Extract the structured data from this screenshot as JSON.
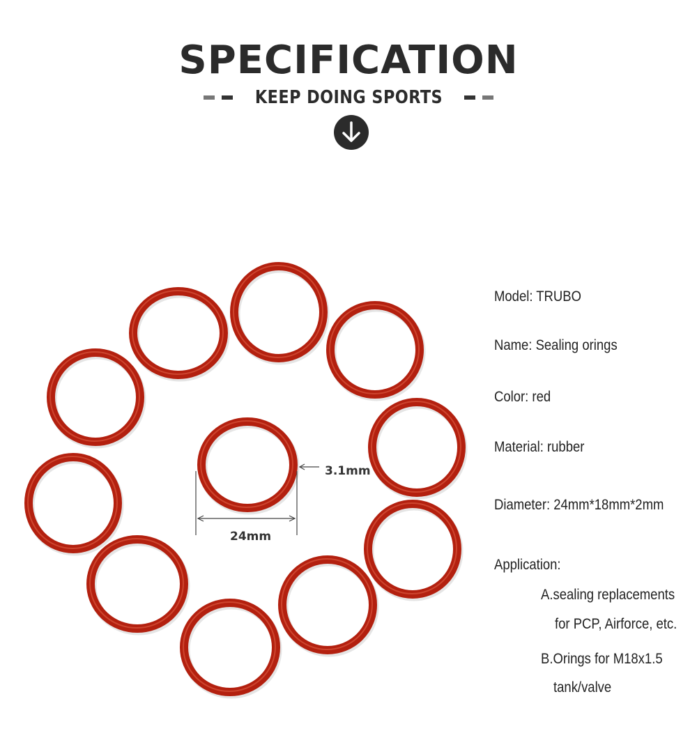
{
  "header": {
    "title": "SPECIFICATION",
    "subtitle": "KEEP DOING SPORTS",
    "arrow_icon": "arrow-down-circle-icon"
  },
  "product_image": {
    "ring_color": "#b3200f",
    "ring_count": 11,
    "dimensions": {
      "thickness_label": "3.1mm",
      "width_label": "24mm"
    }
  },
  "specs": {
    "model": "Model: TRUBO",
    "name": "Name: Sealing orings",
    "color": "Color: red",
    "material": "Material: rubber",
    "diameter": "Diameter: 24mm*18mm*2mm",
    "application_heading": "Application:",
    "application_a_line1": "A.sealing replacements",
    "application_a_line2": "for PCP, Airforce, etc.",
    "application_b_line1": "B.Orings for M18x1.5",
    "application_b_line2": "tank/valve"
  }
}
